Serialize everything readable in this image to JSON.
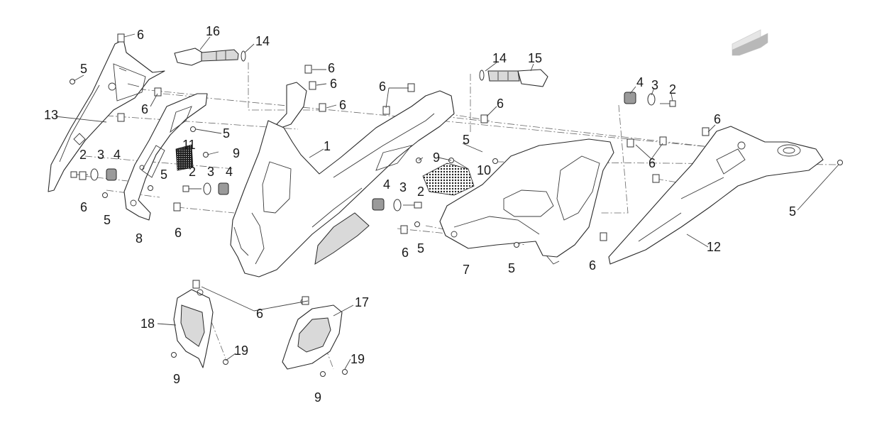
{
  "callouts": {
    "c1": "1",
    "c2a": "2",
    "c2b": "2",
    "c2c": "2",
    "c2d": "2",
    "c3a": "3",
    "c3b": "3",
    "c3c": "3",
    "c3d": "3",
    "c4a": "4",
    "c4b": "4",
    "c4c": "4",
    "c4d": "4",
    "c5a": "5",
    "c5b": "5",
    "c5c": "5",
    "c5d": "5",
    "c5e": "5",
    "c5f": "5",
    "c5g": "5",
    "c6a": "6",
    "c6b": "6",
    "c6c": "6",
    "c6d": "6",
    "c6e": "6",
    "c6f": "6",
    "c6g": "6",
    "c6h": "6",
    "c6i": "6",
    "c6j": "6",
    "c6k": "6",
    "c6l": "6",
    "c6m": "6",
    "c6n": "6",
    "c7": "7",
    "c8": "8",
    "c9a": "9",
    "c9b": "9",
    "c9c": "9",
    "c9d": "9",
    "c10": "10",
    "c11": "11",
    "c12": "12",
    "c13": "13",
    "c14a": "14",
    "c14b": "14",
    "c15": "15",
    "c16": "16",
    "c17": "17",
    "c18": "18",
    "c19a": "19",
    "c19b": "19"
  },
  "colors": {
    "line": "#2a2a2a",
    "mesh": "#1e1e1e",
    "arrow_light": "#e6e6e6",
    "arrow_dark": "#b8b8b8"
  },
  "icons": {
    "orientation": "direction-arrow-icon"
  }
}
